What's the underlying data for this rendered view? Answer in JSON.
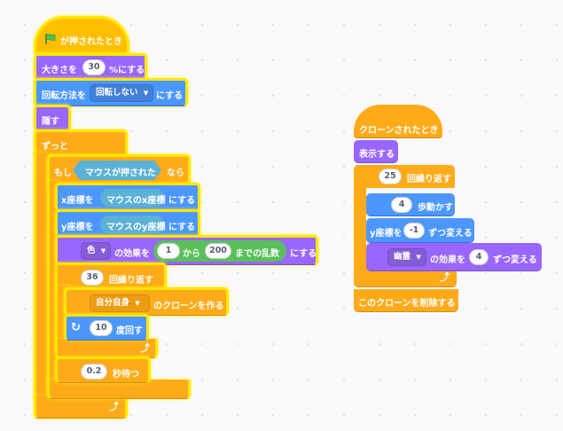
{
  "left_script": {
    "hat": "が押されたとき",
    "size_prefix": "大きさを",
    "size_value": "30",
    "size_suffix": "%にする",
    "rot_prefix": "回転方法を",
    "rot_value": "回転しない",
    "rot_suffix": "にする",
    "hide": "隠す",
    "forever": "ずっと",
    "if_prefix": "もし",
    "if_cond": "マウスが押された",
    "if_suffix": "なら",
    "setx_prefix": "x座標を",
    "setx_value": "マウスのx座標",
    "setx_suffix": "にする",
    "sety_prefix": "y座標を",
    "sety_value": "マウスのy座標",
    "sety_suffix": "にする",
    "effect_value": "色",
    "effect_mid": "の効果を",
    "rand_from": "1",
    "rand_word": "から",
    "rand_to": "200",
    "rand_suffix": "までの乱数",
    "effect_suffix": "にする",
    "repeat_value": "36",
    "repeat_label": "回繰り返す",
    "clone_value": "自分自身",
    "clone_label": "のクローンを作る",
    "turn_value": "10",
    "turn_label": "度回す",
    "wait_value": "0.2",
    "wait_label": "秒待つ"
  },
  "right_script": {
    "hat": "クローンされたとき",
    "show": "表示する",
    "repeat_value": "25",
    "repeat_label": "回繰り返す",
    "move_value": "4",
    "move_label": "歩動かす",
    "changey_prefix": "y座標を",
    "changey_value": "-1",
    "changey_suffix": "ずつ変える",
    "ghost_value": "幽霊",
    "ghost_mid": "の効果を",
    "ghost_amount": "4",
    "ghost_suffix": "ずつ変える",
    "delete": "このクローンを削除する"
  },
  "colors": {
    "motion": "#4c97ff",
    "looks": "#9966ff",
    "control": "#ffab19",
    "events": "#ffbf00",
    "sensing": "#5cb1d6",
    "operators": "#59c059",
    "highlight": "#ffe600"
  }
}
